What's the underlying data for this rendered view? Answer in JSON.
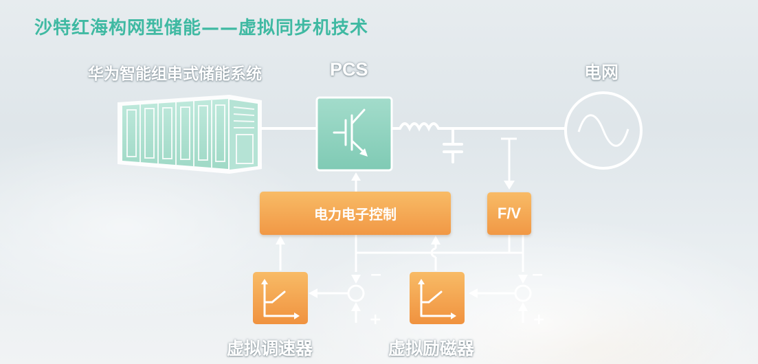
{
  "title": "沙特红海构网型储能——虚拟同步机技术",
  "labels": {
    "cabinet": "华为智能组串式储能系统",
    "pcs": "PCS",
    "grid": "电网",
    "control": "电力电子控制",
    "fv": "F/V",
    "governor": "虚拟调速器",
    "exciter": "虚拟励磁器"
  },
  "signs": {
    "gov_minus": "−",
    "gov_plus": "+",
    "exc_minus": "−",
    "exc_plus": "+"
  },
  "colors": {
    "title": "#3fb9a2",
    "teal_block": "#8fd3be",
    "orange_block": "#f19845",
    "line": "#ffffff"
  },
  "icons": {
    "pcs": "igbt-transistor-icon",
    "grid": "ac-sine-wave-icon",
    "governor": "transfer-function-icon",
    "exciter": "transfer-function-icon"
  }
}
